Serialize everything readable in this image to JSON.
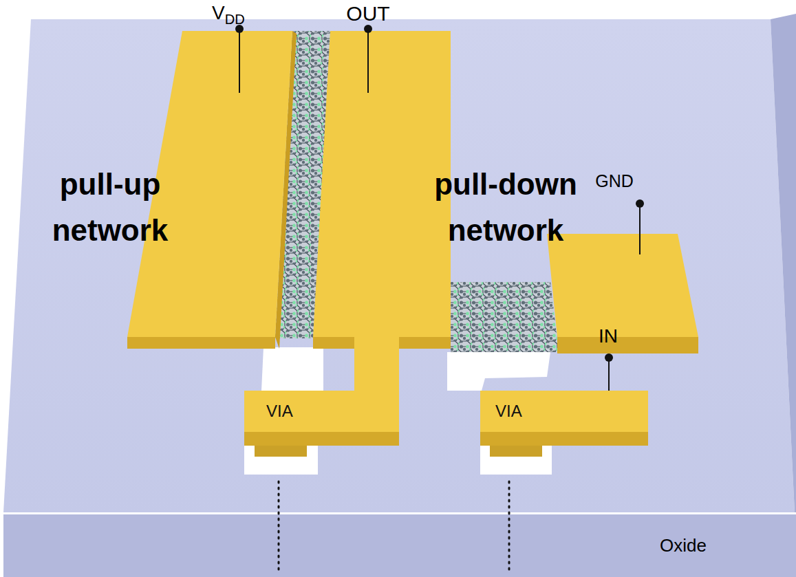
{
  "diagram": {
    "nodes": [
      {
        "text": [
          "VIA"
        ]
      },
      {
        "text": [
          "VIA"
        ]
      }
    ],
    "labels": [
      "VDD",
      "OUT",
      "pull-up network",
      "pull-down network",
      "GND",
      "IN",
      "Oxide"
    ]
  }
}
